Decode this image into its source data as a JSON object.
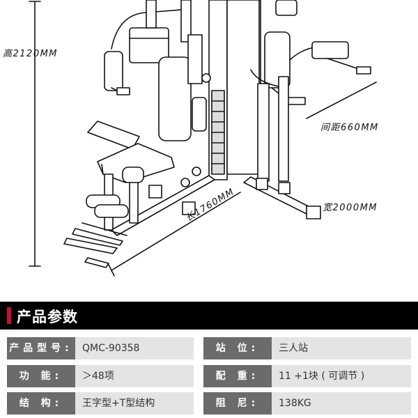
{
  "dimensions": {
    "height": "高2120MM",
    "spacing": "间距660MM",
    "width": "宽2000MM",
    "length": "长1760MM"
  },
  "section_title": "产品参数",
  "accent_color": "#c8102e",
  "specs": [
    {
      "label": "产品型号:",
      "value": "QMC-90358",
      "label2": "站 位:",
      "value2": "三人站"
    },
    {
      "label": "功 能:",
      "value": "＞48项",
      "label2": "配 重:",
      "value2": "11 +1块 ( 可调节 )"
    },
    {
      "label": "结 构:",
      "value": "王字型+T型结构",
      "label2": "阻 尼:",
      "value2": "138KG"
    }
  ]
}
